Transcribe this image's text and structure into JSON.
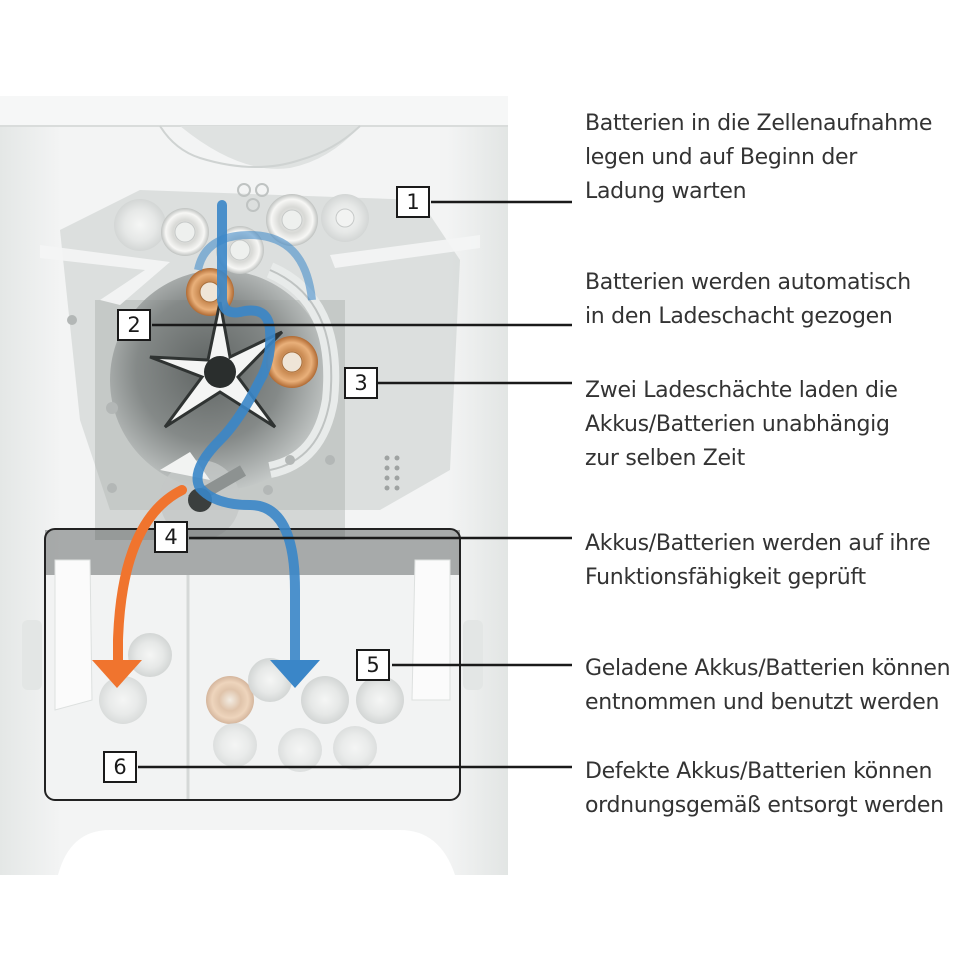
{
  "steps": [
    {
      "number": "1",
      "lines": [
        "Batterien in die Zellenaufnahme",
        "legen und auf Beginn der",
        "Ladung warten"
      ]
    },
    {
      "number": "2",
      "lines": [
        "Batterien werden automatisch",
        "in den Ladeschacht gezogen"
      ]
    },
    {
      "number": "3",
      "lines": [
        "Zwei Ladeschächte laden die",
        "Akkus/Batterien unabhängig",
        "zur selben Zeit"
      ]
    },
    {
      "number": "4",
      "lines": [
        "Akkus/Batterien werden auf ihre",
        "Funktionsfähigkeit geprüft"
      ]
    },
    {
      "number": "5",
      "lines": [
        "Geladene Akkus/Batterien können",
        "entnommen und benutzt werden"
      ]
    },
    {
      "number": "6",
      "lines": [
        "Defekte Akkus/Batterien können",
        "ordnungsgemäß entsorgt werden"
      ]
    }
  ],
  "colors": {
    "flow_blue": "#3a86c8",
    "flow_orange": "#f0742e",
    "device_body": "#eef0ef",
    "mechanism": "#5c6160",
    "text": "#333333",
    "box_border": "#1a1a1a"
  }
}
